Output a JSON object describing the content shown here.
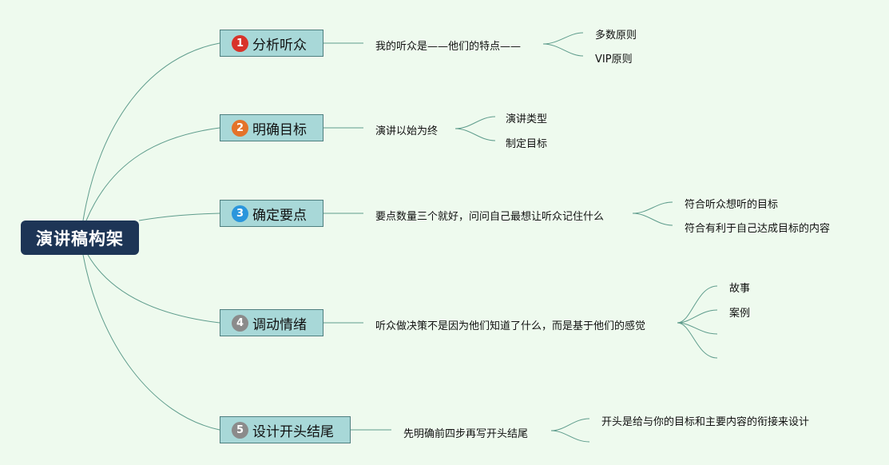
{
  "root": "演讲稿构架",
  "colors": {
    "background": "#eefaee",
    "root_fill": "#1d3556",
    "branch_fill": "#a8d8d8",
    "branch_border": "#4f7f7f",
    "line": "#5e9c8c"
  },
  "branches": [
    {
      "num": "1",
      "badge_color": "#d8332a",
      "label": "分析听众",
      "subtitle": "我的听众是——他们的特点——",
      "leaves": [
        "多数原则",
        "VIP原则"
      ]
    },
    {
      "num": "2",
      "badge_color": "#e4732a",
      "label": "明确目标",
      "subtitle": "演讲以始为终",
      "leaves": [
        "演讲类型",
        "制定目标"
      ]
    },
    {
      "num": "3",
      "badge_color": "#2b96dc",
      "label": "确定要点",
      "subtitle": "要点数量三个就好，问问自己最想让听众记住什么",
      "leaves": [
        "符合听众想听的目标",
        "符合有利于自己达成目标的内容"
      ]
    },
    {
      "num": "4",
      "badge_color": "#8b8b8b",
      "label": "调动情绪",
      "subtitle": "听众做决策不是因为他们知道了什么，而是基于他们的感觉",
      "leaves": [
        "故事",
        "案例",
        "",
        ""
      ]
    },
    {
      "num": "5",
      "badge_color": "#8b8b8b",
      "label": "设计开头结尾",
      "subtitle": "先明确前四步再写开头结尾",
      "leaves": [
        "开头是给与你的目标和主要内容的衔接来设计",
        ""
      ]
    }
  ]
}
